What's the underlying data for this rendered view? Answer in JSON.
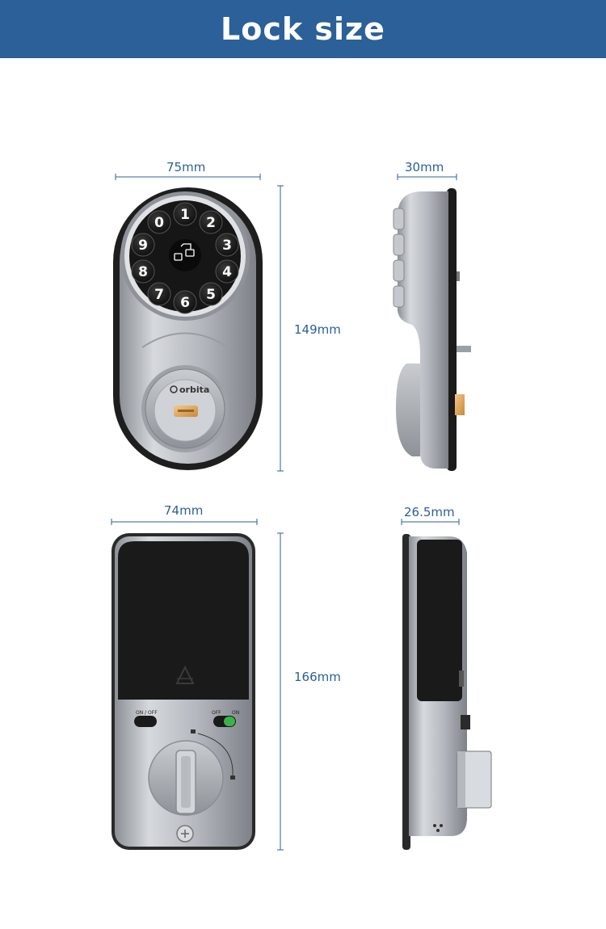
{
  "header": {
    "title": "Lock size"
  },
  "dimensions": {
    "front_width": "75mm",
    "side_depth": "30mm",
    "front_height": "149mm",
    "back_width": "74mm",
    "back_side_depth": "26.5mm",
    "back_height": "166mm"
  },
  "keypad": {
    "digits": [
      "1",
      "2",
      "3",
      "4",
      "5",
      "6",
      "7",
      "8",
      "9",
      "0"
    ]
  },
  "product": {
    "brand": "orbita",
    "switch_left_label": "ON / OFF",
    "switch_right_off": "OFF",
    "switch_right_on": "ON"
  },
  "colors": {
    "header": "#2b6098",
    "dimension": "#2b6098",
    "body": "#b8bcc2",
    "panel": "#1c1c1c"
  }
}
